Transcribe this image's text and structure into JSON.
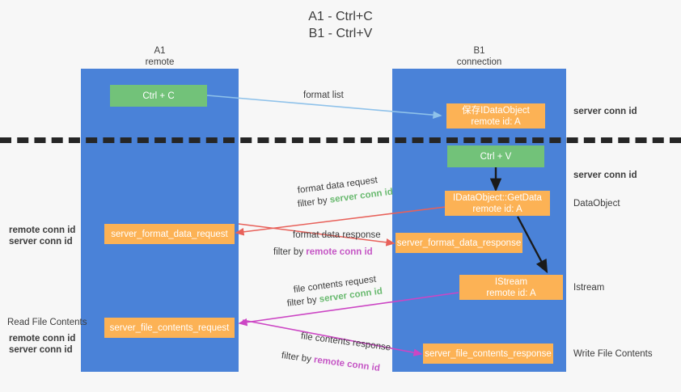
{
  "title": {
    "line1": "A1 - Ctrl+C",
    "line2": "B1 - Ctrl+V"
  },
  "lanes": [
    {
      "name": "A1",
      "sub": "remote"
    },
    {
      "name": "B1",
      "sub": "connection"
    }
  ],
  "boxes": {
    "ctrl_c": {
      "line1": "Ctrl + C",
      "line2": ""
    },
    "save_dataobject": {
      "line1": "保存IDataObject",
      "line2": "remote id: A"
    },
    "ctrl_v": {
      "line1": "Ctrl + V",
      "line2": ""
    },
    "getdata": {
      "line1": "IDataObject::GetData",
      "line2": "remote id: A"
    },
    "server_format_data_request": {
      "line1": "server_format_data_request",
      "line2": ""
    },
    "server_format_data_response": {
      "line1": "server_format_data_response",
      "line2": ""
    },
    "istream": {
      "line1": "IStream",
      "line2": "remote id: A"
    },
    "server_file_contents_request": {
      "line1": "server_file_contents_request",
      "line2": ""
    },
    "server_file_contents_response": {
      "line1": "server_file_contents_response",
      "line2": ""
    }
  },
  "edges": {
    "format_list": "format list",
    "format_data_request": "format data request",
    "format_data_request_filter_prefix": "filter by ",
    "format_data_request_filter_value": "server conn id",
    "format_data_response": "format data response",
    "format_data_response_filter_prefix": "filter by ",
    "format_data_response_filter_value": "remote conn id",
    "file_contents_request": "file contents request",
    "file_contents_request_filter_prefix": "filter by ",
    "file_contents_request_filter_value": "server conn id",
    "file_contents_response": "file contents response",
    "file_contents_response_filter_prefix": "filter by ",
    "file_contents_response_filter_value": "remote conn id"
  },
  "right_labels": {
    "server_conn_id_top": "server conn id",
    "server_conn_id_mid": "server conn id",
    "dataobject": "DataObject",
    "istream": "Istream",
    "write_file_contents": "Write File Contents"
  },
  "left_labels": {
    "remote_conn_id_upper": "remote conn id",
    "server_conn_id_upper": "server conn id",
    "read_file_contents": "Read File Contents",
    "remote_conn_id_lower": "remote conn id",
    "server_conn_id_lower": "server conn id"
  },
  "colors": {
    "lane": "#4a82d8",
    "green_box": "#72c279",
    "orange_box": "#fcb255",
    "green_text": "#6aba70",
    "magenta_text": "#c556c5",
    "blue_arrow": "#8fc2ea",
    "red_arrow": "#e8615a",
    "magenta_arrow": "#cc46c4",
    "black_arrow": "#1a1a1a",
    "background": "#f7f7f7"
  }
}
